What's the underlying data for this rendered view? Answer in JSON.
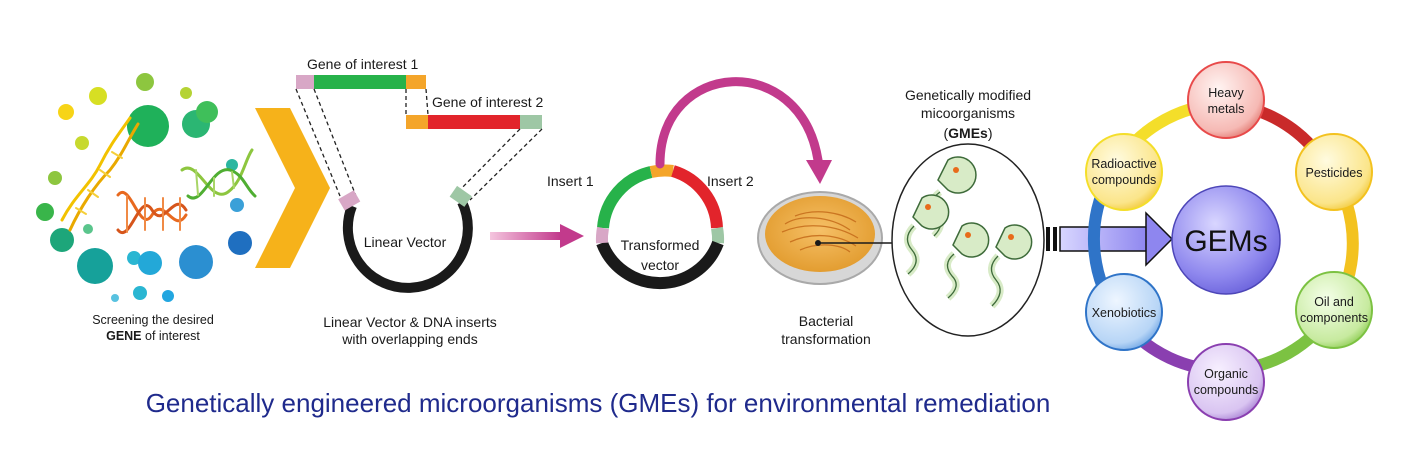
{
  "screening": {
    "line1": "Screening the desired",
    "gene_bold": "GENE",
    "line2_rest": " of interest"
  },
  "genes": {
    "gene1": "Gene of interest 1",
    "gene2": "Gene of interest 2"
  },
  "linear_vector": {
    "label": "Linear Vector",
    "caption1": "Linear Vector & DNA inserts",
    "caption2": "with overlapping ends"
  },
  "transformed": {
    "insert1": "Insert 1",
    "insert2": "Insert 2",
    "label1": "Transformed",
    "label2": "vector"
  },
  "bacterial": {
    "line1": "Bacterial",
    "line2": "transformation"
  },
  "gme": {
    "line1": "Genetically modified",
    "line2": "micoorganisms",
    "abbr_open": "(",
    "abbr": "GMEs",
    "abbr_close": ")"
  },
  "wheel": {
    "center": "GEMs",
    "nodes": {
      "heavy_metals": [
        "Heavy",
        "metals"
      ],
      "pesticides": [
        "Pesticides"
      ],
      "oil": [
        "Oil and",
        "components"
      ],
      "organic": [
        "Organic",
        "compounds"
      ],
      "xenobiotics": [
        "Xenobiotics"
      ],
      "radioactive": [
        "Radioactive",
        "compounds"
      ]
    },
    "colors": {
      "heavy_metals": "#e84a4a",
      "pesticides": "#f3c21f",
      "oil": "#7cc242",
      "organic": "#8a3fb0",
      "xenobiotics": "#2f74c8",
      "radioactive": "#f4de2a",
      "center": "#7b74e6"
    }
  },
  "title": "Genetically engineered microorganisms (GMEs) for environmental remediation",
  "colors": {
    "green_segment": "#27b24a",
    "red_segment": "#e2242b",
    "orange_end": "#f4a52a",
    "pink_end": "#d8a7c6",
    "sage_end": "#9ec7a5",
    "magenta_arrow": "#c23a8c",
    "vector_black": "#1a1a1a",
    "chevron": "#f6b21a",
    "title_blue": "#1f2a8c"
  }
}
